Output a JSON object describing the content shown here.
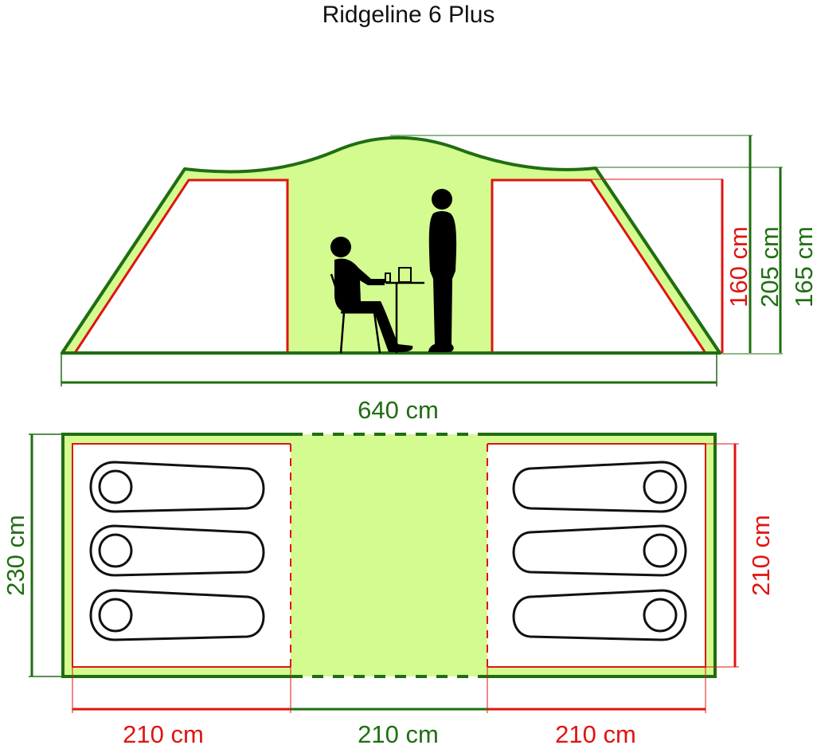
{
  "title": "Ridgeline 6 Plus",
  "colors": {
    "outline_green": "#1f6e12",
    "fill_green": "#d4fb8f",
    "inner_red": "#e0140f",
    "figure_black": "#000000",
    "background": "#ffffff"
  },
  "side_view": {
    "length_label": "640 cm",
    "heights": [
      {
        "label": "160 cm",
        "color": "red",
        "meaning": "bedroom height"
      },
      {
        "label": "205 cm",
        "color": "green",
        "meaning": "center peak height"
      },
      {
        "label": "165 cm",
        "color": "green",
        "meaning": "side ridge height"
      }
    ],
    "icons": [
      "seated-person-icon",
      "table-icon",
      "chair-icon",
      "standing-person-icon"
    ]
  },
  "floor_plan": {
    "width_label": "230 cm",
    "bedroom_depth_label": "210 cm",
    "sections": [
      {
        "label": "210 cm",
        "color": "red",
        "name": "left-bedroom",
        "sleeping_bags": 3
      },
      {
        "label": "210 cm",
        "color": "green",
        "name": "living-area",
        "sleeping_bags": 0
      },
      {
        "label": "210 cm",
        "color": "red",
        "name": "right-bedroom",
        "sleeping_bags": 3
      }
    ]
  }
}
